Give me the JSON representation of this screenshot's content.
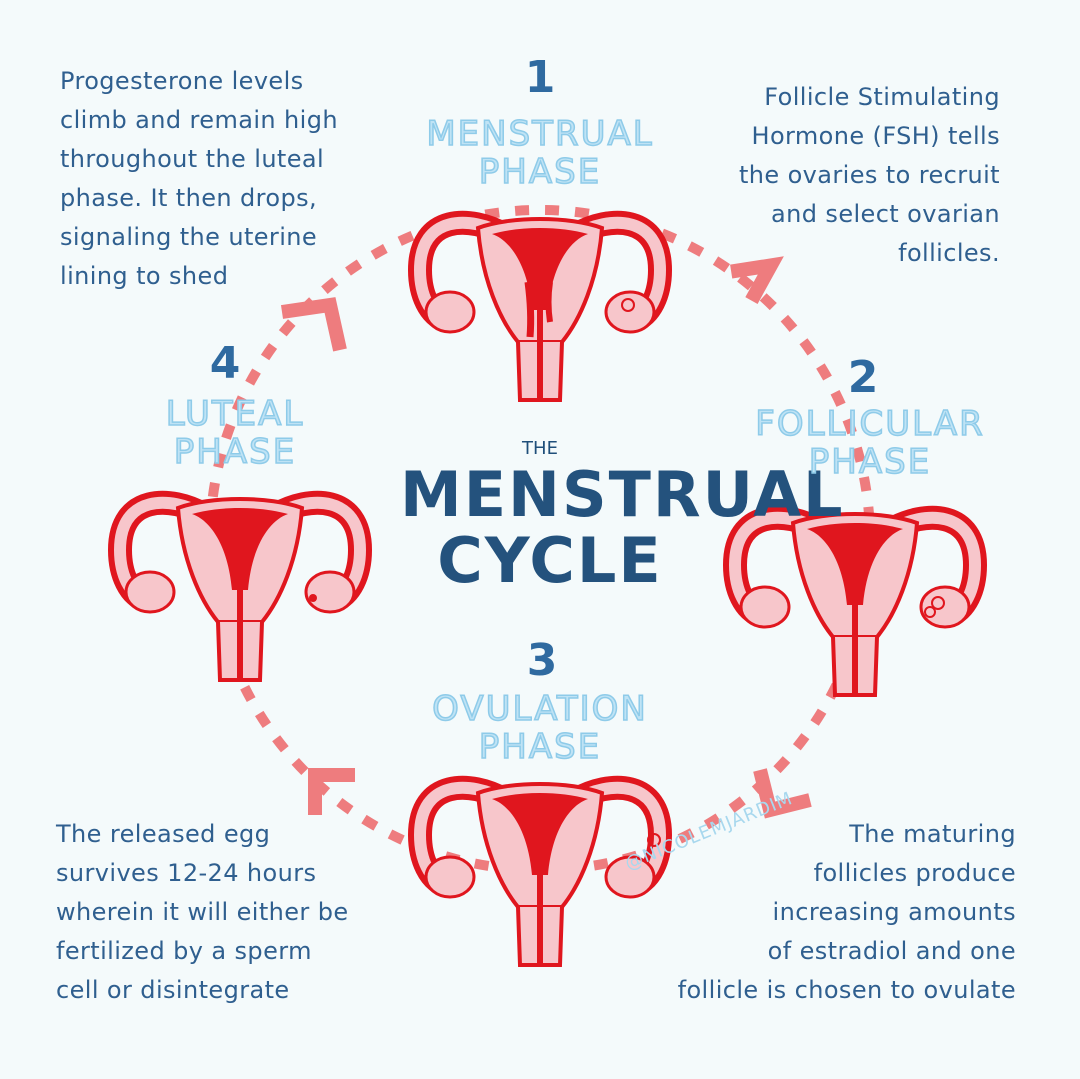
{
  "title": {
    "small": "THE",
    "line1": "MENSTRUAL",
    "line2": "CYCLE"
  },
  "phases": [
    {
      "number": "1",
      "name_line1": "MENSTRUAL",
      "name_line2": "PHASE"
    },
    {
      "number": "2",
      "name_line1": "FOLLICULAR",
      "name_line2": "PHASE"
    },
    {
      "number": "3",
      "name_line1": "OVULATION",
      "name_line2": "PHASE"
    },
    {
      "number": "4",
      "name_line1": "LUTEAL",
      "name_line2": "PHASE"
    }
  ],
  "notes": {
    "top_left": [
      "Progesterone levels",
      "climb and remain high",
      "throughout the luteal",
      "phase. It then drops,",
      "signaling the uterine",
      "lining to shed"
    ],
    "top_right": [
      "Follicle Stimulating",
      "Hormone (FSH) tells",
      "the ovaries to recruit",
      "and select ovarian",
      "follicles."
    ],
    "bottom_left": [
      "The released egg",
      "survives 12-24 hours",
      "wherein it will either be",
      "fertilized by a sperm",
      "cell or disintegrate"
    ],
    "bottom_right": [
      "The maturing",
      "follicles produce",
      "increasing amounts",
      "of estradiol and one",
      "follicle is chosen to ovulate"
    ]
  },
  "signature": "@NICOLEMJARDIM",
  "colors": {
    "background": "#f4fafb",
    "text": "#2f5f8f",
    "phase_label": "#bfe3f5",
    "uterus_red": "#e0161e",
    "uterus_pink": "#f7c6cb",
    "arrow": "#ee7c7e"
  }
}
